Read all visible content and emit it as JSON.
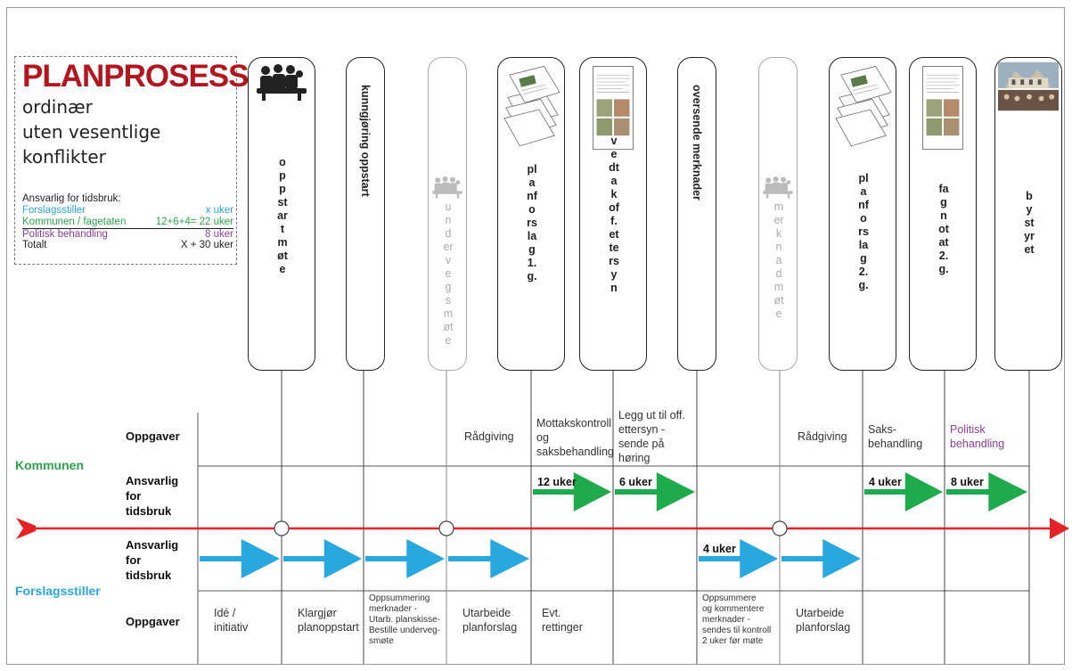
{
  "legend": {
    "title": "PLANPROSESS",
    "subtitle_lines": [
      "ordinær",
      "uten vesentlige",
      "konflikter"
    ],
    "header": "Ansvarlig for tidsbruk:",
    "rows": [
      {
        "label": "Forslagsstiller",
        "value": "x uker",
        "color": "#29a8e0"
      },
      {
        "label": "Kommunen / fagetaten",
        "value": "12+6+4= 22 uker",
        "color": "#2aa84a"
      },
      {
        "label": "Politisk behandling",
        "value": "8 uker",
        "color": "#8e3d9e"
      },
      {
        "label": "Totalt",
        "value": "X + 30 uker",
        "color": "#222222"
      }
    ]
  },
  "milestones": [
    {
      "label": "oppstartmøte",
      "vertical": true,
      "faded": false,
      "icon": "meeting-icon"
    },
    {
      "label": "kunngjøring oppstart",
      "vertical": false,
      "faded": false,
      "icon": ""
    },
    {
      "label": "undervegsmøte",
      "vertical": true,
      "faded": true,
      "icon": "meeting-icon"
    },
    {
      "label": "planforslag1.g.",
      "vertical": true,
      "faded": false,
      "icon": "documents-icon"
    },
    {
      "label": "vedtakoff.ettersyn",
      "vertical": true,
      "faded": false,
      "icon": "document-icon"
    },
    {
      "label": "oversende merknader",
      "vertical": false,
      "faded": false,
      "icon": ""
    },
    {
      "label": "merknadmøte",
      "vertical": true,
      "faded": true,
      "icon": "meeting-icon"
    },
    {
      "label": "planforslag2.g.",
      "vertical": true,
      "faded": false,
      "icon": "documents-icon"
    },
    {
      "label": "fagnotat2.g.",
      "vertical": true,
      "faded": false,
      "icon": "document-icon"
    },
    {
      "label": "bystyret",
      "vertical": true,
      "faded": false,
      "icon": "building-photo-icon"
    }
  ],
  "rows": {
    "kommunen": "Kommunen",
    "forslagsstiller": "Forslagsstiller",
    "oppgaver_top": "Oppgaver",
    "ansvarlig_top": [
      "Ansvarlig",
      "for",
      "tidsbruk"
    ],
    "ansvarlig_bottom": [
      "Ansvarlig",
      "for",
      "tidsbruk"
    ],
    "oppgaver_bottom": "Oppgaver"
  },
  "tasks_kommunen": [
    {
      "col": 3,
      "lines": [
        "Rådgiving"
      ],
      "color": "#333"
    },
    {
      "col": 4,
      "lines": [
        "Mottakskontroll",
        "og",
        "saksbehandling"
      ],
      "color": "#333"
    },
    {
      "col": 5,
      "lines": [
        "Legg ut til off.",
        "ettersyn -",
        "sende på",
        "høring"
      ],
      "color": "#333"
    },
    {
      "col": 7,
      "lines": [
        "Rådgiving"
      ],
      "color": "#333"
    },
    {
      "col": 8,
      "lines": [
        "Saks-",
        "behandling"
      ],
      "color": "#333"
    },
    {
      "col": 9,
      "lines": [
        "Politisk",
        "behandling"
      ],
      "color": "#8e3d9e"
    }
  ],
  "tasks_forslagsstiller": [
    {
      "col": 0,
      "lines": [
        "Idé /",
        "initiativ"
      ],
      "small": false
    },
    {
      "col": 1,
      "lines": [
        "Klargjør",
        "planoppstart"
      ],
      "small": false
    },
    {
      "col": 2,
      "lines": [
        "Oppsummering",
        "merknader -",
        "Utarb. planskisse-",
        "Bestille underveg-",
        "smøte"
      ],
      "small": true
    },
    {
      "col": 3,
      "lines": [
        "Utarbeide",
        "planforslag"
      ],
      "small": false
    },
    {
      "col": 4,
      "lines": [
        "Evt.",
        "rettinger"
      ],
      "small": false
    },
    {
      "col": 6,
      "lines": [
        "Oppsummere",
        "og kommentere",
        "merknader -",
        "sendes til kontroll",
        "2 uker før møte"
      ],
      "small": true
    },
    {
      "col": 7,
      "lines": [
        "Utarbeide",
        "planforslag"
      ],
      "small": false
    }
  ],
  "green_arrows": [
    {
      "col": 4,
      "label": "12 uker"
    },
    {
      "col": 5,
      "label": "6 uker"
    },
    {
      "col": 8,
      "label": "4 uker"
    },
    {
      "col": 9,
      "label": "8 uker"
    }
  ],
  "blue_arrows": [
    {
      "col": 0,
      "label": ""
    },
    {
      "col": 1,
      "label": ""
    },
    {
      "col": 2,
      "label": ""
    },
    {
      "col": 3,
      "label": ""
    },
    {
      "col": 6,
      "label": "4 uker"
    },
    {
      "col": 7,
      "label": ""
    }
  ],
  "meeting_circles_after_col": [
    0,
    2,
    6
  ],
  "colors": {
    "red": "#e42227",
    "green": "#1fab4c",
    "blue": "#29a8e0",
    "purple": "#8e3d9e",
    "kommunen_text": "#2aa84a",
    "forslag_text": "#29a8e0"
  }
}
